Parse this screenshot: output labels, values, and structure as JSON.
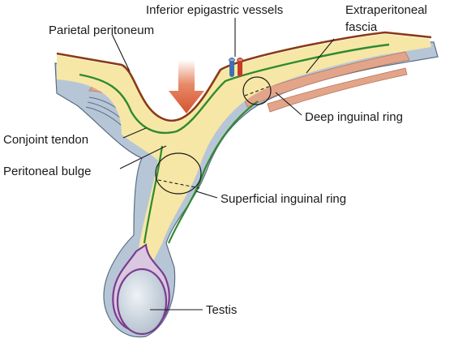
{
  "labels": {
    "inferior_epigastric": "Inferior epigastric vessels",
    "extraperitoneal_line1": "Extraperitoneal",
    "extraperitoneal_line2": "fascia",
    "parietal_peritoneum": "Parietal peritoneum",
    "deep_ring": "Deep inguinal ring",
    "conjoint_tendon": "Conjoint tendon",
    "peritoneal_bulge": "Peritoneal bulge",
    "superficial_ring": "Superficial inguinal ring",
    "testis": "Testis"
  },
  "colors": {
    "peritoneum": "#8b3a14",
    "fascia_green": "#2f8a2f",
    "canal_fill": "#f6e7a6",
    "muscle": "#e2a58a",
    "outer_layer": "#b7c6d6",
    "outer_edge": "#5a6e84",
    "testis_purple": "#7a3d8f",
    "testis_fill": "#c9d4dd",
    "arrow": "#d5532e",
    "artery": "#c63a2a",
    "vein": "#3f6fb5"
  }
}
